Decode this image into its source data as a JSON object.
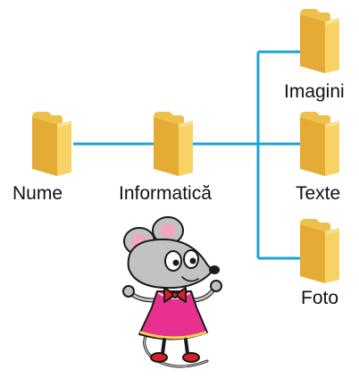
{
  "nodes": {
    "root": "Nume",
    "mid": "Informatică",
    "child1": "Imagini",
    "child2": "Texte",
    "child3": "Foto"
  },
  "colors": {
    "connector": "#1ba3d6",
    "folder_front": "#f7d264",
    "folder_back": "#e4ac34"
  },
  "icons": [
    "folder-icon",
    "mouse-mascot-illustration"
  ]
}
